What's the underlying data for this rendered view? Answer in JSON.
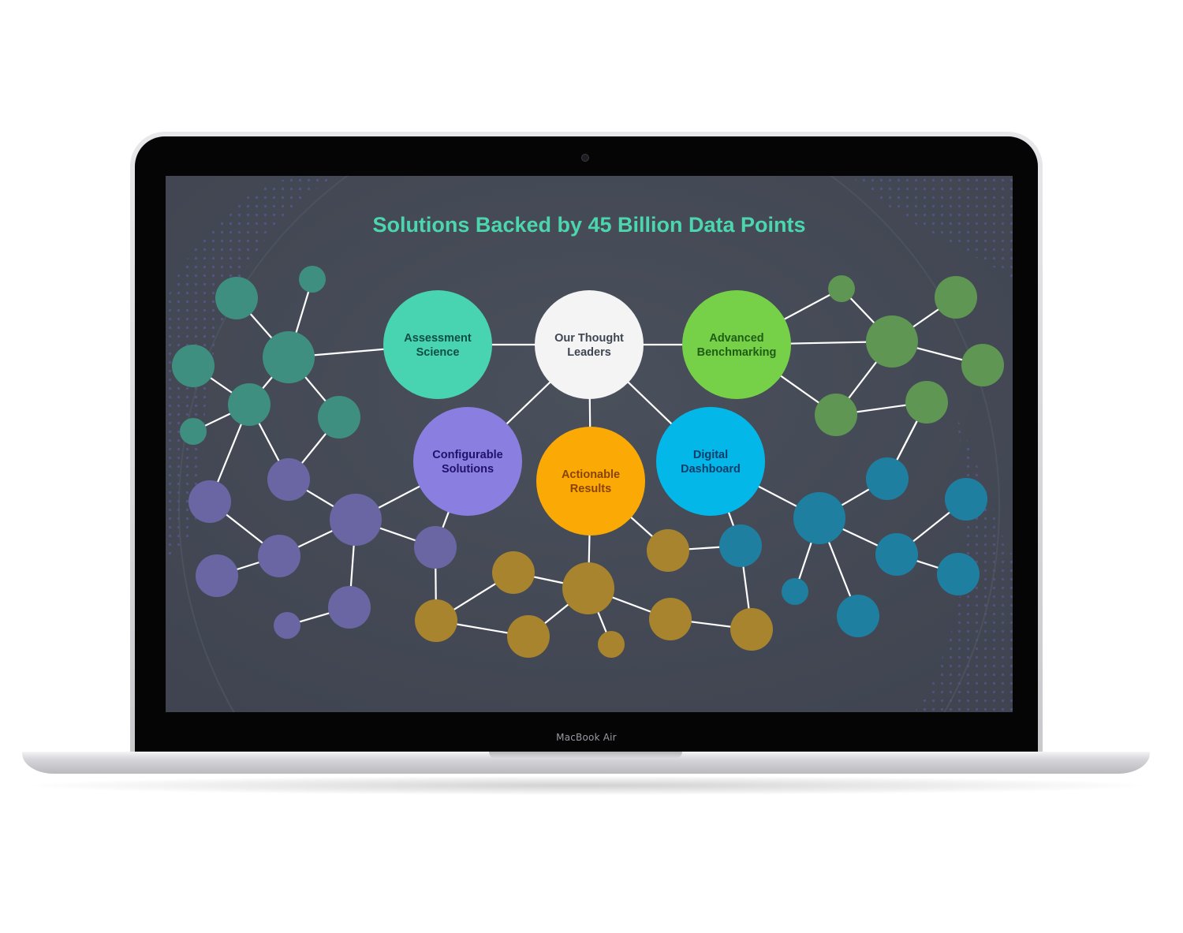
{
  "device": {
    "brand_label": "MacBook Air"
  },
  "slide": {
    "title": "Solutions Backed by 45 Billion Data Points",
    "colors": {
      "background": "#474d58",
      "title": "#4cd6ad",
      "teal": "#3f8f80",
      "purple": "#6a66a3",
      "gold": "#a8842f",
      "blue": "#1f7fa0",
      "green": "#5f9653",
      "link": "#ffffff"
    },
    "hubs": [
      {
        "key": "assessment",
        "line1": "Assessment",
        "line2": "Science",
        "fill": "#48d4b0",
        "text": "#0f4e46"
      },
      {
        "key": "thought",
        "line1": "Our Thought",
        "line2": "Leaders",
        "fill": "#f4f4f4",
        "text": "#3f4552"
      },
      {
        "key": "benchmarking",
        "line1": "Advanced",
        "line2": "Benchmarking",
        "fill": "#77d148",
        "text": "#1f5c16"
      },
      {
        "key": "configurable",
        "line1": "Configurable",
        "line2": "Solutions",
        "fill": "#8a7fe0",
        "text": "#20126b"
      },
      {
        "key": "actionable",
        "line1": "Actionable",
        "line2": "Results",
        "fill": "#fbaa05",
        "text": "#8a4304"
      },
      {
        "key": "dashboard",
        "line1": "Digital",
        "line2": "Dashboard",
        "fill": "#03b8e8",
        "text": "#0d3d69"
      }
    ]
  }
}
